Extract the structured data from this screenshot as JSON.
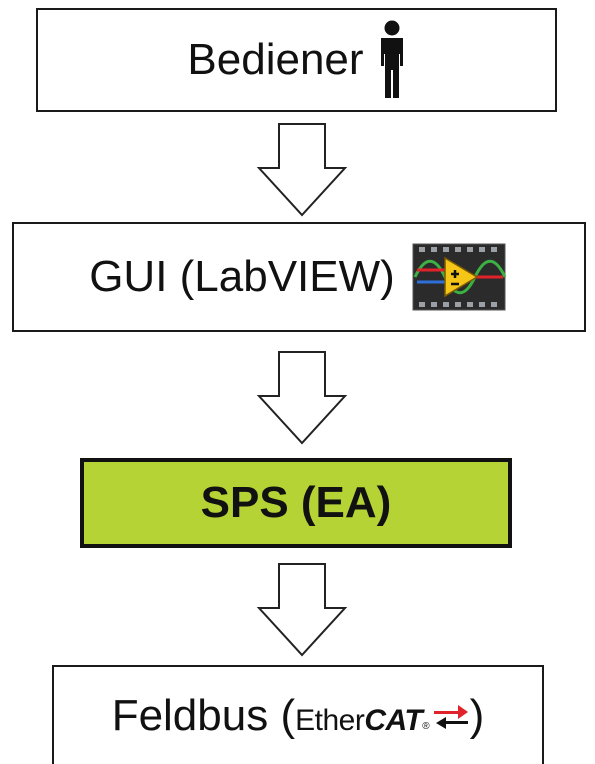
{
  "colors": {
    "plc_fill": "#b5d334",
    "border": "#1a1a1a",
    "arrow_red": "#e0222a"
  },
  "boxes": {
    "operator": {
      "label": "Bediener",
      "icon": "person-icon"
    },
    "gui": {
      "label": "GUI (LabVIEW)",
      "icon": "labview-icon"
    },
    "plc": {
      "label": "SPS (EA)"
    },
    "fieldbus": {
      "label_prefix": "Feldbus (",
      "logo_ether": "Ether",
      "logo_cat": "CAT",
      "logo_reg": "®",
      "label_suffix": ")",
      "icon": "ethercat-logo"
    }
  }
}
